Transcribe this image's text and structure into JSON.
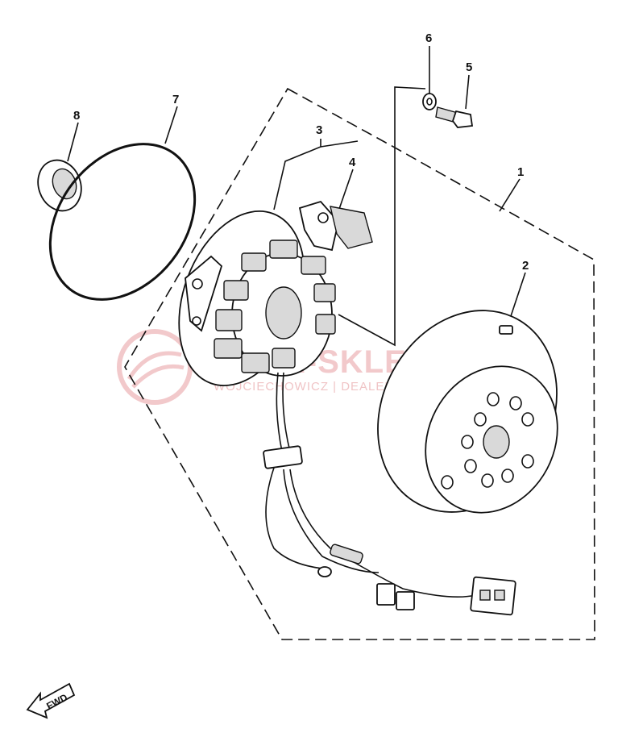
{
  "callouts": [
    {
      "id": "1",
      "label": "1"
    },
    {
      "id": "2",
      "label": "2"
    },
    {
      "id": "3",
      "label": "3"
    },
    {
      "id": "4",
      "label": "4"
    },
    {
      "id": "5",
      "label": "5"
    },
    {
      "id": "6",
      "label": "6"
    },
    {
      "id": "7",
      "label": "7"
    },
    {
      "id": "8",
      "label": "8"
    }
  ],
  "watermark": {
    "title": "DA-SKLEP.PL",
    "subtitle": "WOJCIECHOWICZ | DEALER YAMAHA"
  },
  "direction_arrow": {
    "label": "FWD"
  },
  "colors": {
    "line": "#111111",
    "watermark": "#f2c9cb",
    "background": "#ffffff"
  }
}
